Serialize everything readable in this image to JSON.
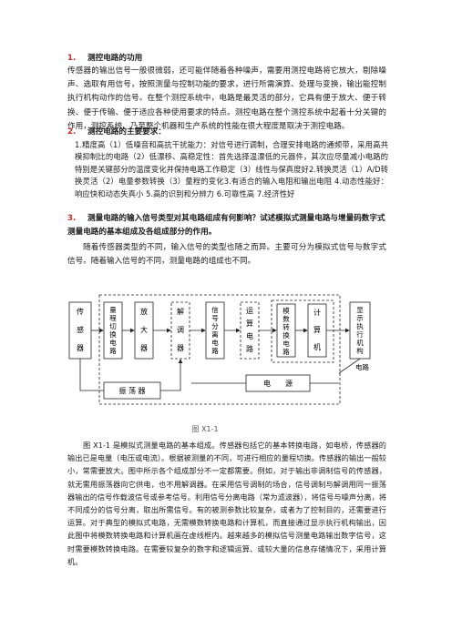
{
  "sections": {
    "s1": {
      "num": "1.",
      "title": "测控电路的功用"
    },
    "p1": "传感器的输出信号一般很微弱，还可能伴随着各种噪声，需要用测控电路将它放大，剔除噪声、选取有用信号，按照测量与控制功能的要求，进行所需演算、处理与变换，输出能控制执行机构动作的信号。在整个测控系统中，电路是最灵活的部分，它具有便于放大、便于转换、便于传输、便于适应各种使用要求的特点。测控电路在整个测控系统中起着十分关键的作用，测控系统、乃至整个机器和生产系统的性能在很大程度是取决于测控电路。",
    "s2": {
      "num": "2.",
      "title": "测控电路的主要要求："
    },
    "list": "1.精度高（1）低噪音和高抗干扰能力：对信号进行调制，合理安排电路的通频带，采用高共模抑制比的电路（2）低漂移、高稳定性：首先选择温漂低的元器件，其次应尽量减小电路的特别是关键部分的温度变化并保持电路工作稳定（3）线性与保真度好2.转换灵活（1）A/D转换灵活（2）电量参数转换（3）量程的变化3.有适合的输入电阻和输出电阻 4.动态性能好：响应快和动态失真小 5.高的识别和分辨力 6.可靠性高 7.经济性好",
    "s3": {
      "num": "3.",
      "title": "测量电路的输入信号类型对其电路组成有何影响？试述模拟式测量电路与增量码数字式测量电路的基本组成及各组成部分的作用。"
    },
    "p2": "随着传感器类型的不同，输入信号的类型也随之而异。主要可分为模拟式信号与数字式信号。随着输入信号的不同，测量电路的组成也不同。",
    "figure": {
      "blocks": {
        "sensor": [
          "传",
          "感",
          "器"
        ],
        "range": [
          "量",
          "程",
          "切",
          "换",
          "电",
          "路"
        ],
        "amp": [
          "放",
          "大",
          "器"
        ],
        "demod": [
          "解",
          "调",
          "器"
        ],
        "sep": [
          "信",
          "号",
          "分",
          "离",
          "电",
          "路"
        ],
        "calc": [
          "运",
          "算",
          "电",
          "路"
        ],
        "adc": [
          "模",
          "数",
          "转",
          "换",
          "电",
          "路"
        ],
        "computer": [
          "计",
          "算",
          "机"
        ],
        "display": [
          "显",
          "示",
          "执",
          "行",
          "机",
          "构"
        ]
      },
      "oscillator": "振 荡 器",
      "power": "电　　源",
      "circuit_label": "电路",
      "caption": "图 X1-1"
    },
    "p3": "图 X1-1 是模拟式测量电路的基本组成。传感器包括它的基本转换电路，如电桥，传感器的输出已是电量（电压或电流）。根据被测量的不同，可进行相应的量程切换。传感器的输出一般较小，常需要放大。图中所示各个组成部分不一定都需要。例如，对于输出非调制信号的传感器，就无需用振荡器向它供电，也不用解调器。在采用信号调制的场合，信号调制与解调用同一振荡器输出的信号作载波信号或参考信号。利用信号分离电路（常为滤波器），将信号与噪声分离，将不同成分的信号分离，取出所需信号。有的被测参数比较复杂，或者为了控制目的，还需要进行运算。对于典型的模拟式电路，无需模数转换电路和计算机，而直接通过显示执行机构输出，因此图中将模数转换电路和计算机画在虚线框内。越来越多的模拟信号测量电路输出数字信号，这时需要模数转换电路。在需要较复杂的数字和逻辑运算、或较大量的信息存储情况下，采用计算机。"
  }
}
